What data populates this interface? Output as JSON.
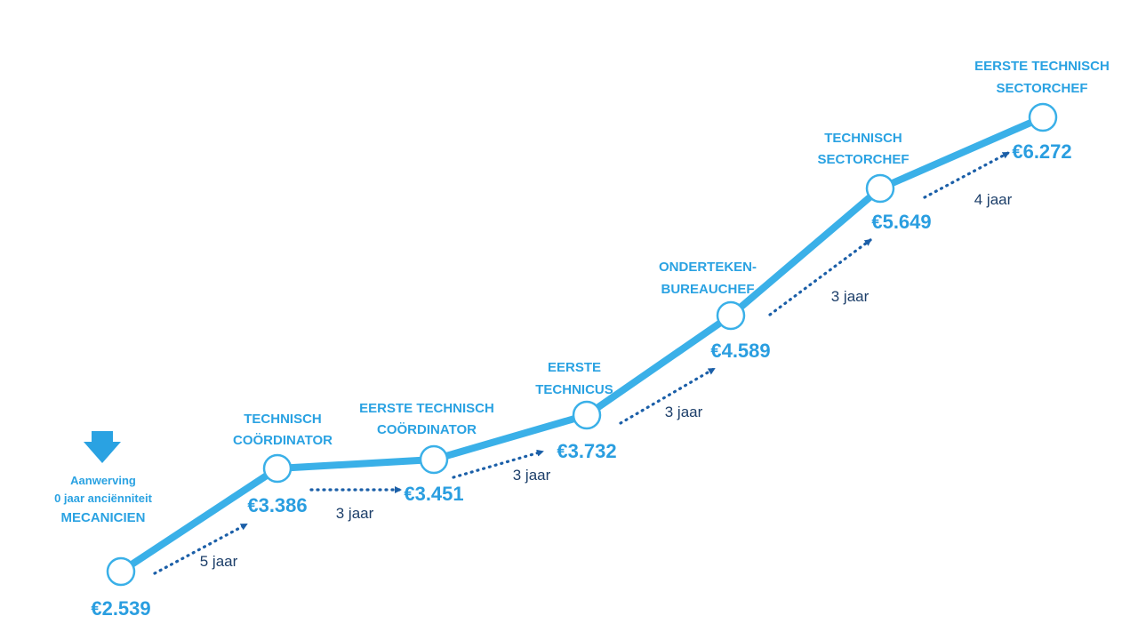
{
  "colors": {
    "line": "#3ab0e8",
    "title": "#2aa2e2",
    "salary": "#2a9ee0",
    "arrow": "#1b5fa8",
    "duration": "#1d3f6a"
  },
  "start": {
    "line1": "Aanwerving",
    "line2": "0 jaar anciënniteit",
    "role": "MECANICIEN",
    "icon": "arrow-down-icon"
  },
  "steps": [
    {
      "title": [],
      "salary": "€2.539"
    },
    {
      "title": [
        "TECHNISCH",
        "COÖRDINATOR"
      ],
      "salary": "€3.386"
    },
    {
      "title": [
        "EERSTE TECHNISCH",
        "COÖRDINATOR"
      ],
      "salary": "€3.451"
    },
    {
      "title": [
        "EERSTE",
        "TECHNICUS"
      ],
      "salary": "€3.732"
    },
    {
      "title": [
        "ONDERTEKEN-",
        "BUREAUCHEF"
      ],
      "salary": "€4.589"
    },
    {
      "title": [
        "TECHNISCH",
        "SECTORCHEF"
      ],
      "salary": "€5.649"
    },
    {
      "title": [
        "EERSTE TECHNISCH",
        "SECTORCHEF"
      ],
      "salary": "€6.272"
    }
  ],
  "durations": [
    "5 jaar",
    "3 jaar",
    "3 jaar",
    "3 jaar",
    "3 jaar",
    "4 jaar"
  ]
}
